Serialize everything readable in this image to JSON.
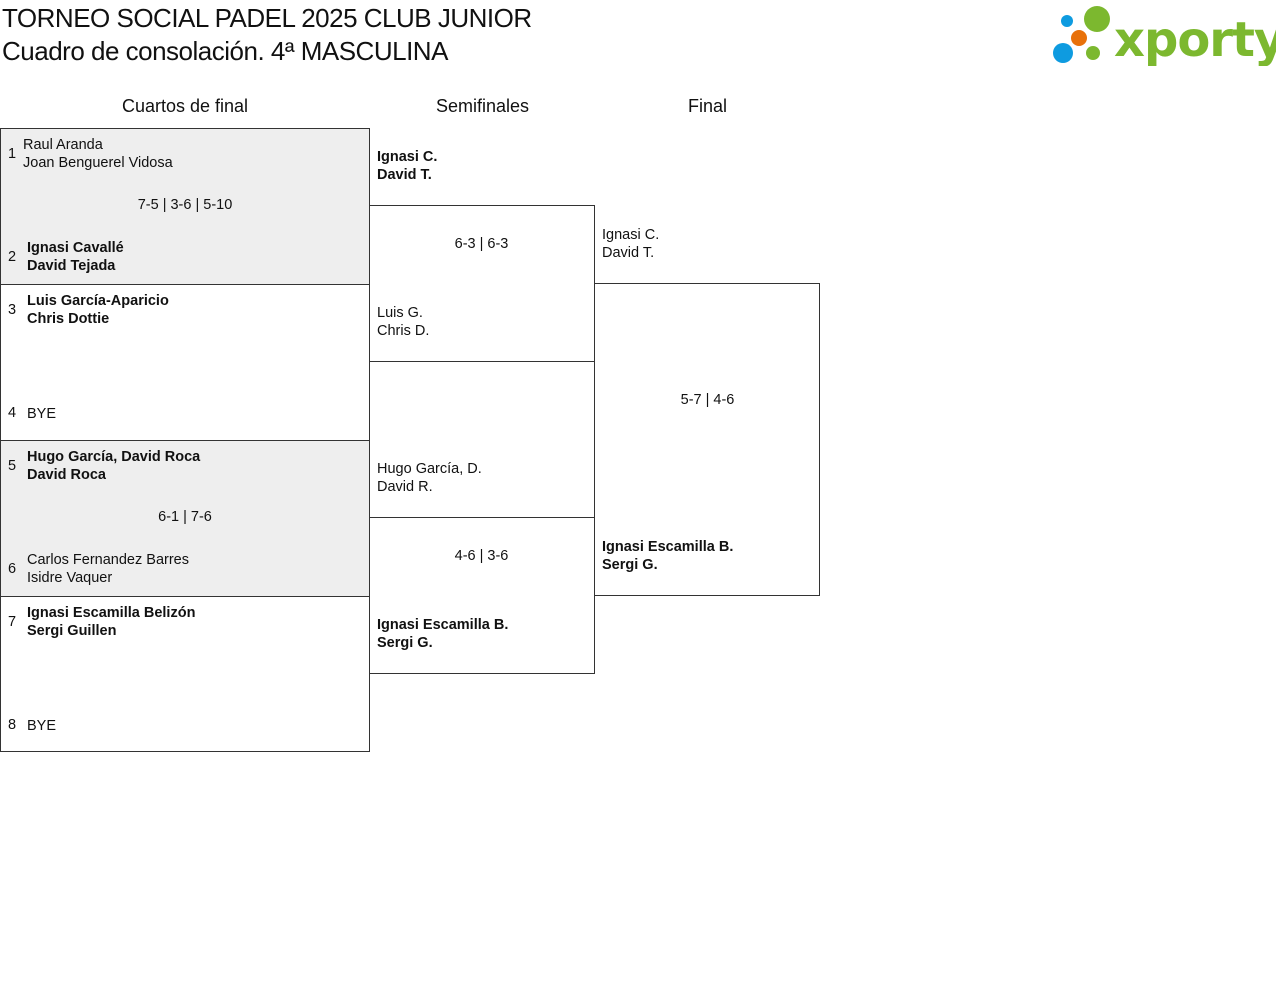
{
  "header": {
    "title_line1": "TORNEO SOCIAL PADEL 2025 CLUB JUNIOR",
    "title_line2": "Cuadro de consolación. 4ª MASCULINA",
    "logo_text": "xporty",
    "logo_colors": {
      "green": "#7cb82f",
      "blue": "#0e9be0",
      "orange": "#e8710a"
    }
  },
  "rounds": [
    "Cuartos de final",
    "Semifinales",
    "Final"
  ],
  "quarterfinals": [
    {
      "seed_a": "1",
      "a1": "Raul Aranda",
      "a2": "Joan Benguerel Vidosa",
      "score": "7-5 | 3-6 | 5-10",
      "seed_b": "2",
      "b1": "Ignasi Cavallé",
      "b2": "David Tejada"
    },
    {
      "seed_a": "3",
      "a1": "Luis García-Aparicio",
      "a2": "Chris Dottie",
      "score": "",
      "seed_b": "4",
      "b1": "BYE",
      "b2": ""
    },
    {
      "seed_a": "5",
      "a1": "Hugo García, David Roca",
      "a2": "David Roca",
      "score": "6-1 | 7-6",
      "seed_b": "6",
      "b1": "Carlos Fernandez Barres",
      "b2": "Isidre Vaquer"
    },
    {
      "seed_a": "7",
      "a1": "Ignasi Escamilla Belizón",
      "a2": "Sergi Guillen",
      "score": "",
      "seed_b": "8",
      "b1": "BYE",
      "b2": ""
    }
  ],
  "semifinals": [
    {
      "a1": "Ignasi C.",
      "a2": "David T.",
      "score": "6-3 | 6-3",
      "b1": "Luis G.",
      "b2": "Chris D."
    },
    {
      "a1": "Hugo García, D.",
      "a2": "David R.",
      "score": "4-6 | 3-6",
      "b1": "Ignasi Escamilla B.",
      "b2": "Sergi G."
    }
  ],
  "final": {
    "a1": "Ignasi C.",
    "a2": "David T.",
    "score": "5-7 | 4-6",
    "b1": "Ignasi Escamilla B.",
    "b2": "Sergi G."
  }
}
